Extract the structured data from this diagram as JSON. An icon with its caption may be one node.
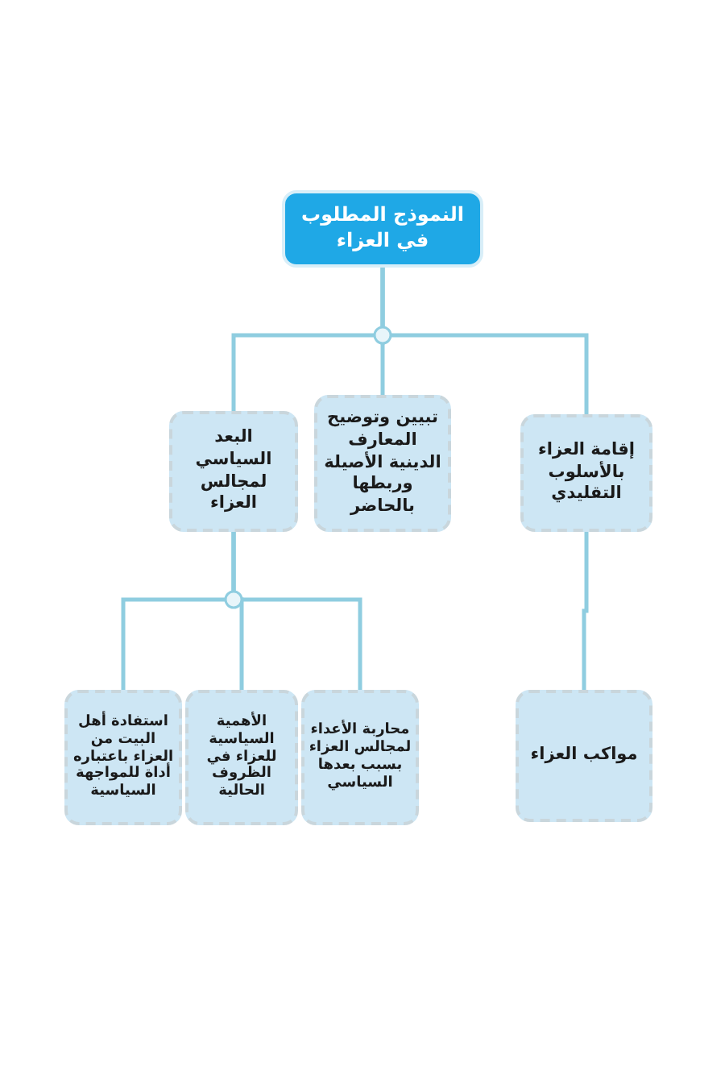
{
  "diagram": {
    "nodes": [
      {
        "text": [
          "النموذج المطلوب في العزاء"
        ]
      },
      {
        "text": [
          "إقامة العزاء بالأسلوب التقليدي"
        ]
      },
      {
        "text": [
          "تبيين وتوضيح المعارف الدينية الأصيلة وربطها بالحاضر"
        ]
      },
      {
        "text": [
          "البعد السياسي لمجالس العزاء"
        ]
      },
      {
        "text": [
          "مواكب العزاء"
        ]
      },
      {
        "text": [
          "محاربة الأعداء لمجالس العزاء بسبب بعدها السياسي"
        ]
      },
      {
        "text": [
          "الأهمية السياسية للعزاء في الظروف الحالية"
        ]
      },
      {
        "text": [
          "استفادة أهل البيت من العزاء باعتباره أداة للمواجهة السياسية"
        ]
      }
    ],
    "edges": [
      {
        "from": 0,
        "to": 1,
        "arrow": "none"
      },
      {
        "from": 0,
        "to": 2,
        "arrow": "none"
      },
      {
        "from": 0,
        "to": 3,
        "arrow": "none"
      },
      {
        "from": 1,
        "to": 4,
        "arrow": "none"
      },
      {
        "from": 3,
        "to": 5,
        "arrow": "none"
      },
      {
        "from": 3,
        "to": 6,
        "arrow": "none"
      },
      {
        "from": 3,
        "to": 7,
        "arrow": "none"
      }
    ]
  }
}
